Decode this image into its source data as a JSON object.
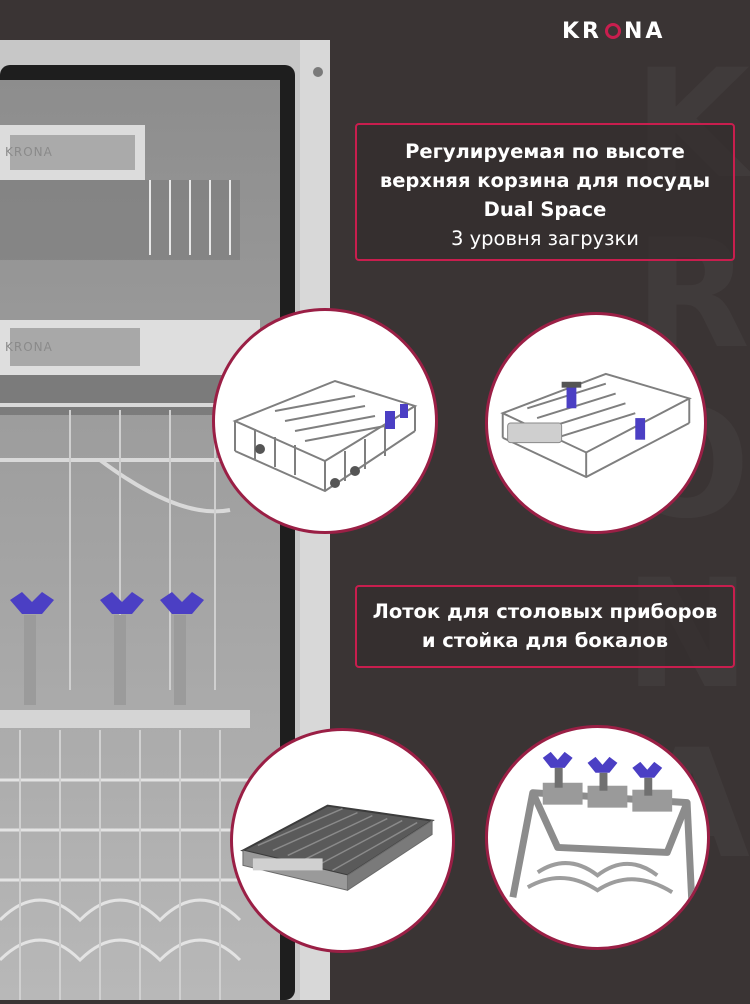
{
  "brand": {
    "logo_text": "KRONA",
    "accent": "#c81e4e"
  },
  "colors": {
    "background": "#3a3434",
    "caption_border": "#c81e4e",
    "caption_text": "#ffffff",
    "rack_blue": "#4b3fc4"
  },
  "product_label": "KRONA",
  "features": [
    {
      "lines": [
        "Регулируемая по высоте",
        "верхняя корзина для посуды",
        "Dual Space",
        "3 уровня загрузки"
      ]
    },
    {
      "lines": [
        "Лоток для столовых приборов",
        "и стойка для бокалов"
      ]
    }
  ],
  "images": [
    {
      "icon": "upper-basket-image"
    },
    {
      "icon": "basket-with-glass-holder-image"
    },
    {
      "icon": "cutlery-tray-image"
    },
    {
      "icon": "glass-rack-image"
    }
  ]
}
